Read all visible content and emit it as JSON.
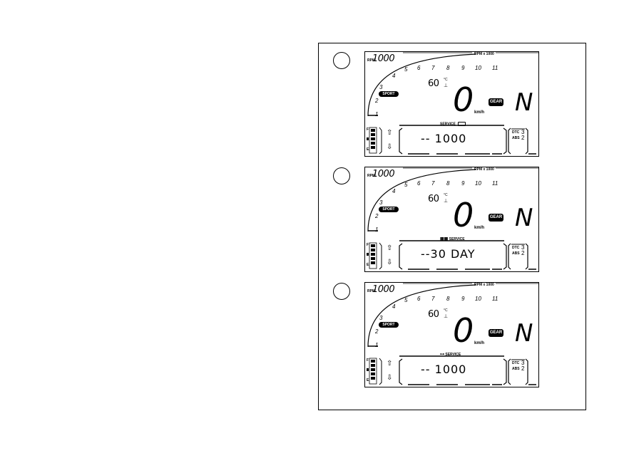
{
  "panels": [
    {
      "rpm_label": "RPM",
      "rpm_value": "1000",
      "rpm_unit": "RPM x 1000",
      "ticks": [
        "1",
        "2",
        "3",
        "4",
        "5",
        "6",
        "7",
        "8",
        "9",
        "10",
        "11"
      ],
      "temperature": "60",
      "temp_unit": "°C",
      "riding_mode": "SPORT",
      "speed": "0",
      "speed_unit": "km/h",
      "gear_label": "GEAR",
      "gear": "N",
      "service_label": "SERVICE",
      "service_icon": "oil-can-icon",
      "fuel_full": "F",
      "fuel_empty": "E",
      "message": "-- 1000",
      "dtc_label": "DTC",
      "dtc_value": "3",
      "abs_label": "ABS",
      "abs_value": "2"
    },
    {
      "rpm_label": "RPM",
      "rpm_value": "1000",
      "rpm_unit": "RPM x 1000",
      "ticks": [
        "1",
        "2",
        "3",
        "4",
        "5",
        "6",
        "7",
        "8",
        "9",
        "10",
        "11"
      ],
      "temperature": "60",
      "temp_unit": "°C",
      "riding_mode": "SPORT",
      "speed": "0",
      "speed_unit": "km/h",
      "gear_label": "GEAR",
      "gear": "N",
      "service_label": "SERVICE",
      "service_icon": "calendar-icon",
      "fuel_full": "F",
      "fuel_empty": "E",
      "message": "--30 DAY",
      "dtc_label": "DTC",
      "dtc_value": "3",
      "abs_label": "ABS",
      "abs_value": "2"
    },
    {
      "rpm_label": "RPM",
      "rpm_value": "1000",
      "rpm_unit": "RPM x 1000",
      "ticks": [
        "1",
        "2",
        "3",
        "4",
        "5",
        "6",
        "7",
        "8",
        "9",
        "10",
        "11"
      ],
      "temperature": "60",
      "temp_unit": "°C",
      "riding_mode": "SPORT",
      "speed": "0",
      "speed_unit": "km/h",
      "gear_label": "GEAR",
      "gear": "N",
      "service_label": "SERVICE",
      "service_icon": "wrench-icon",
      "fuel_full": "F",
      "fuel_empty": "E",
      "message": "-- 1000",
      "dtc_label": "DTC",
      "dtc_value": "3",
      "abs_label": "ABS",
      "abs_value": "2"
    }
  ]
}
